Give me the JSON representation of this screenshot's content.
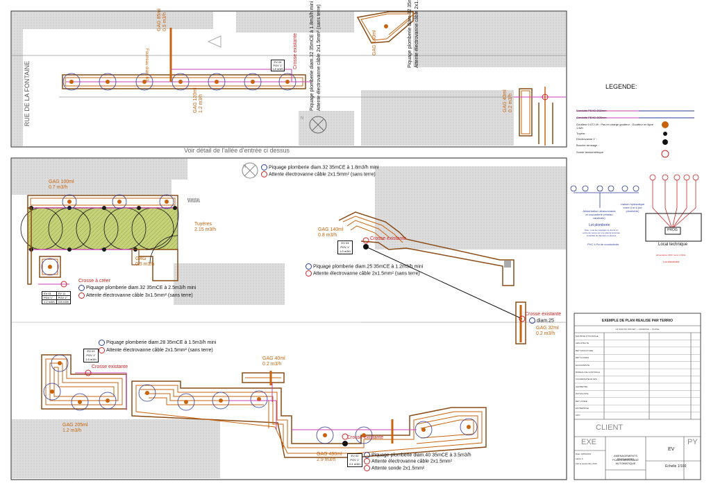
{
  "top": {
    "street": "RUE DE LA FONTAINE",
    "detail_note": "Voir détail de l'allée d'entrée ci dessus",
    "gag_left": "GAG 85ml",
    "gag_left_flow": "0.5 m3/h",
    "gag_mid": "GAG 120ml",
    "gag_mid_flow": "1.2 m3/h",
    "gag_140": "GAG 140ml",
    "gag_40": "GAG 40ml",
    "gag_40_flow": "0.2 m3/h",
    "pipe_label": "Fourreau diam 63",
    "crosse": "Crosse existante",
    "piquage_vertical": "Piquage plomberie diam.32 35mCE à 1.8m3/h mini",
    "attente_vertical": "Attente électrovanne câble 2x1.5mm² (sans terre)",
    "ev_box": [
      "EV 04",
      "PGV 1\"",
      "1.8 m3/h"
    ],
    "north": "N"
  },
  "main": {
    "notes": {
      "piquage_top": "Piquage plomberie diam.32 35mCE à 1.8m3/h mini",
      "attente_top": "Attente électrovanne câble 2x1.5mm² (sans terre)",
      "gag100": "GAG 100ml",
      "gag100_flow": "0.7 m3/h",
      "tuyeres": "Tuyères",
      "tuyeres_flow": "2.15 m3/h",
      "gag_mid": "GAG",
      "gag_mid_flow": "0.5 m3/h",
      "crosse_creer": "Crosse à créer",
      "piquage_left": "Piquage plomberie diam.32 35mCE à 2.5m3/h mini",
      "attente_left": "Attente électrovanne câble 3x1.5mm² (sans terre)",
      "gag140": "GAG 140ml",
      "gag140_flow": "0.8 m3/h",
      "crosse_existante": "Crosse existante",
      "piquage_right": "Piquage plomberie diam.25 35mCE à 1.2m3/h mini",
      "attente_right": "Attente électrovanne câble 2x1.5mm² (sans terre)",
      "crosse_32": "Crosse existante",
      "diam25": "diam.25",
      "gag32": "GAG 32ml",
      "gag32_flow": "0.2 m3/h",
      "piquage_28": "Piquage plomberie diam.28 35mCE à 1.5m3/h mini",
      "attente_28": "Attente électrovanne câble 2x1.5mm² (sans terre)",
      "crosse_bl": "Crosse existante",
      "gag40": "GAG 40ml",
      "gag40_flow": "0.2 m3/h",
      "gag205": "GAG 205ml",
      "gag205_flow": "1.2 m3/h",
      "gag490": "GAG 490ml",
      "gag490_flow": "2.9 m3/h",
      "crosse_bottom": "Crosse existante",
      "piquage_40": "Piquage plomberie diam.40 35mCE à 3.5m3/h",
      "attente_bottom": "Attente électrovanne câble 2x1.5mm²",
      "sonde": "Attente sonde 2x1.5mm²"
    },
    "ev_left": [
      [
        "EV 01",
        "EV 11"
      ],
      [
        "PGV 1\"",
        "PGV 1\""
      ],
      [
        "1.2 m3/h",
        "0.8 m3/h"
      ]
    ],
    "ev_140": [
      "EV 04",
      "PGV 1\"",
      "1.0 m3/h"
    ],
    "ev_28": [
      "EV 03",
      "PGV 1\"",
      "1.5 m3/h"
    ],
    "ev_bottom": [
      "EV 02",
      "PGV 1\"",
      "0.1 m3/h"
    ]
  },
  "legend": {
    "title": "LEGENDE:",
    "items": [
      "Conduite PEHD Ø32mm",
      "Conduite PEHD Ø25mm",
      "Goutteur 0.072 l/h : Pas en charge goutteur : Goutteur en ligne 1.6l/h",
      "Tuyère :",
      "Electrovanne 1\" :",
      "Bouche arrosage :",
      "Sonde tensiométrique"
    ],
    "alim_note": "Alimentation ultrasonnante et couranterie (réseau cardinale)",
    "lot_plomberie": "Lot plomberie",
    "lot_note": "Note : tous les piquages se feront en sortie de vanne sur une attente terminée contrôlée du diamètre ci-dessus",
    "pvc_note": "PVC 4 Pa de conductivité",
    "local": "Local technique",
    "prog": "PROG",
    "lot_elec": "Lot électricité",
    "alim_elec": "alimentation 230V mono 2.0kVa",
    "liaison": "Liaison hydraulique entre 0 et 6 (lot plomberie)"
  },
  "titleblock": {
    "heading": "EXEMPLE DE PLAN REALISE PAR TERRIO",
    "subheading": "LE NOM DU PROJET — ADRESSE — PHASE",
    "rows": [
      "MAITRISE D'OUVRAGE",
      "ARCHITECTE",
      "BET STRUCTURE",
      "BET FLUIDES",
      "ECONOMISTE",
      "BUREAU DE CONTROLE",
      "COORDINATEUR SPS",
      "GEOMETRE",
      "PAYSAGISTE",
      "BET VOIRIE",
      "ENTREPRISE",
      "OPC"
    ],
    "client": "CLIENT",
    "exe": "EXE",
    "ev": "EV",
    "py": "PY",
    "project": "AMENAGEMENTS PAYSAGERS",
    "plan": "PLAN D'ARROSAGE AUTOMATIQUE",
    "date_label": "Date",
    "date_val": "10/06/2019",
    "indice_label": "Indice",
    "indice_val": "A",
    "fait_label": "Fait le",
    "fait_val": "septembre 2019",
    "echelle_label": "Echelle",
    "echelle_val": "1/100"
  },
  "colors": {
    "brown": "#8a4a14",
    "orange": "#c8630c",
    "blue": "#2a3a9a",
    "magenta": "#c83cb4",
    "red": "#d02020",
    "green": "#c6d27a",
    "gray": "#d6d6d6"
  }
}
